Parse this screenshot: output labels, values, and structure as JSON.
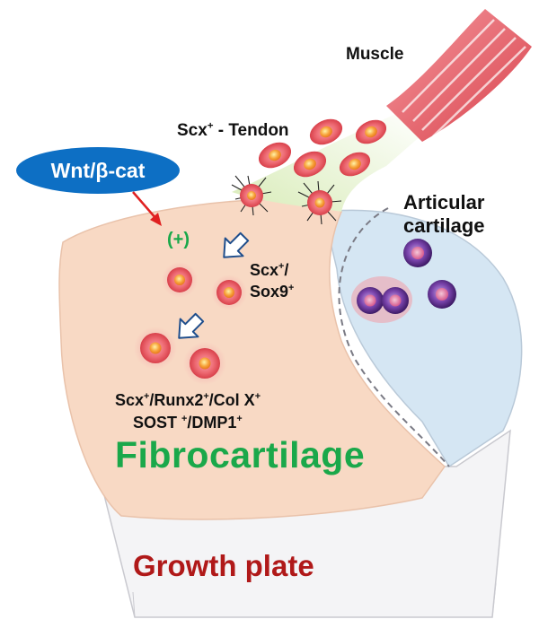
{
  "labels": {
    "muscle": "Muscle",
    "tendon_prefix": "Scx",
    "tendon_sup": "+",
    "tendon_suffix": " - Tendon",
    "articular_line1": "Articular",
    "articular_line2": "cartilage",
    "wnt": "Wnt/β-cat",
    "plus": "(+)",
    "sox_line1_a": "Scx",
    "sox_line1_sup": "+",
    "sox_line1_b": "/",
    "sox_line2_a": "Sox9",
    "sox_line2_sup": "+",
    "markers_1a": "Scx",
    "markers_1a_sup": "+",
    "markers_1b": "/Runx2",
    "markers_1b_sup": "+",
    "markers_1c": "/Col X",
    "markers_1c_sup": "+",
    "markers_2a": "SOST ",
    "markers_2a_sup": "+",
    "markers_2b": "/DMP1",
    "markers_2b_sup": "+",
    "fibrocartilage": "Fibrocartilage",
    "growth_plate": "Growth plate"
  },
  "colors": {
    "fibrocartilage_text": "#1aa84a",
    "growth_plate_text": "#b01919",
    "wnt_badge": "#0d6fc4",
    "arrow_red": "#e02020",
    "tendon_cell": "#e8505a",
    "chondrocyte": "#5a2d82",
    "fibro_zone": "#f8d9c4",
    "articular_zone": "#d5e6f3",
    "muscle": "#e8606a"
  }
}
